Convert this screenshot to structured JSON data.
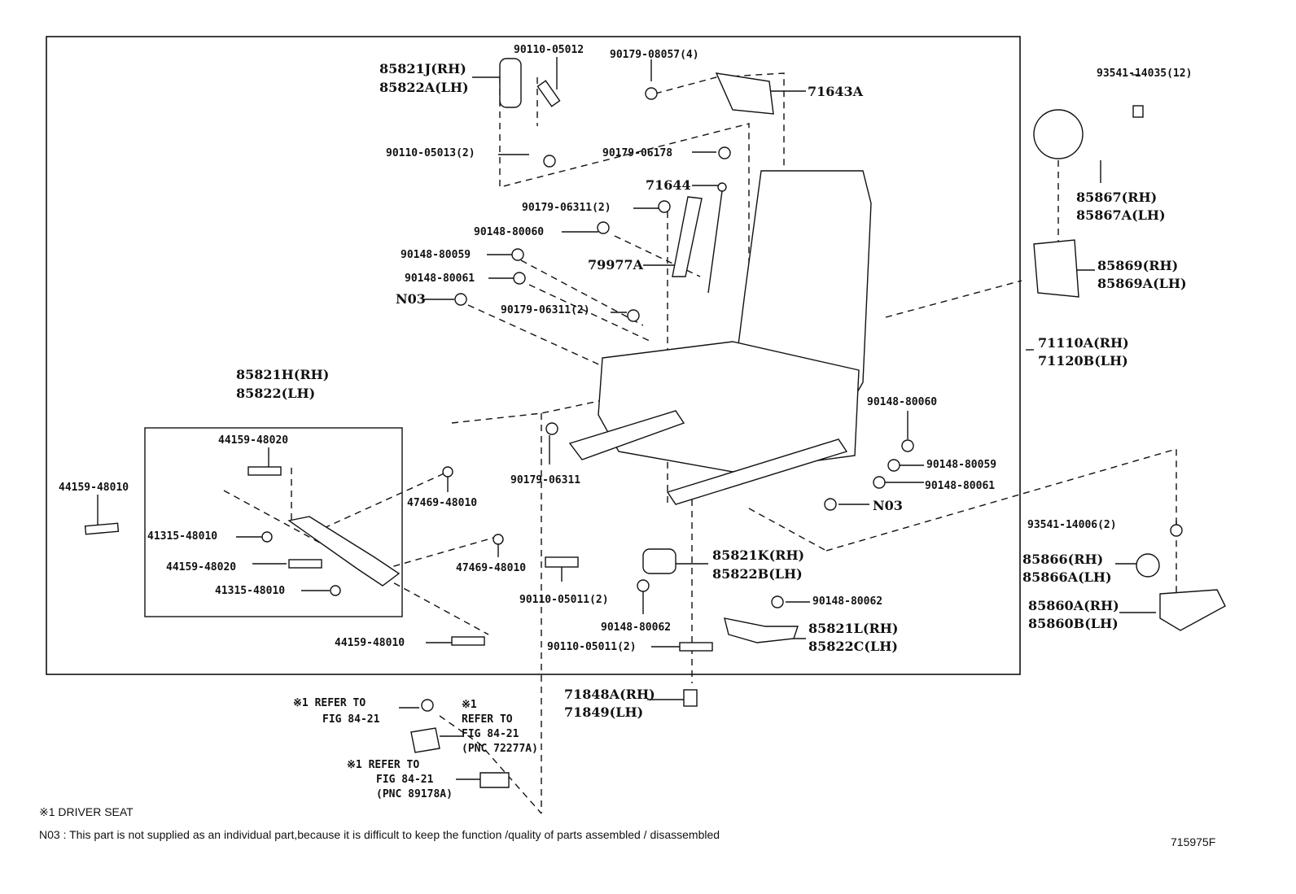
{
  "labels": {
    "l85821J": "85821J(RH)",
    "l85822A": "85822A(LH)",
    "l71643A": "71643A",
    "l71644": "71644",
    "l79977A": "79977A",
    "n03a": "N03",
    "l85821H": "85821H(RH)",
    "l85822": "85822(LH)",
    "l85867": "85867(RH)",
    "l85867A": "85867A(LH)",
    "l85869": "85869(RH)",
    "l85869A": "85869A(LH)",
    "l71110A": "71110A(RH)",
    "l71120B": "71120B(LH)",
    "n03b": "N03",
    "l85821K": "85821K(RH)",
    "l85822B": "85822B(LH)",
    "l85866": "85866(RH)",
    "l85866A": "85866A(LH)",
    "l85860A": "85860A(RH)",
    "l85860B": "85860B(LH)",
    "l85821L": "85821L(RH)",
    "l85822C": "85822C(LH)",
    "l71848A": "71848A(RH)",
    "l71849": "71849(LH)",
    "s1": "90110-05012",
    "s2": "90179-08057(4)",
    "s3": "90110-05013(2)",
    "s4": "90179-06178",
    "s5": "90179-06311(2)",
    "s6": "90148-80060",
    "s7": "90148-80059",
    "s8": "90148-80061",
    "s9": "90179-06311(2)",
    "s10": "93541-14035(12)",
    "s11": "90148-80060",
    "s12": "90148-80059",
    "s13": "90148-80061",
    "s14": "44159-48020",
    "s15": "44159-48010",
    "s16": "47469-48010",
    "s17": "41315-48010",
    "s18": "44159-48020",
    "s19": "41315-48010",
    "s20": "47469-48010",
    "s21": "90179-06311",
    "s22": "90110-05011(2)",
    "s23": "90148-80062",
    "s24": "90148-80062",
    "s25": "90110-05011(2)",
    "s26": "44159-48010",
    "s27": "93541-14006(2)"
  },
  "refers": [
    {
      "mark": "※1",
      "line1": "REFER TO",
      "line2": "FIG 84-21",
      "line3": ""
    },
    {
      "mark": "※1",
      "line1": "REFER TO",
      "line2": "FIG 84-21",
      "line3": "(PNC 72277A)"
    },
    {
      "mark": "※1",
      "line1": "REFER TO",
      "line2": "FIG 84-21",
      "line3": "(PNC 89178A)"
    }
  ],
  "footnotes": {
    "driver": "※1  DRIVER SEAT",
    "n03": "N03 : This part is not supplied as an individual part,because it is difficult to keep the function /quality of parts assembled / disassembled",
    "figure_id": "715975F"
  }
}
